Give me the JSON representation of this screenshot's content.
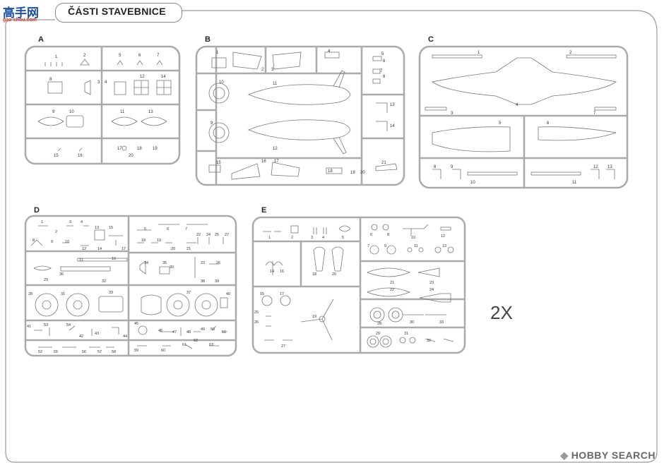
{
  "header": {
    "title": "ČÁSTI STAVEBNICE",
    "logo_text": "高手网",
    "logo_sub": "gao-shou.com"
  },
  "watermark": {
    "text": "HOBBY SEARCH",
    "mark": "◆"
  },
  "multiplier": "2X",
  "sprues": [
    {
      "letter": "A",
      "parts": [
        "1",
        "2",
        "3",
        "4",
        "5",
        "6",
        "7",
        "8",
        "9",
        "10",
        "11",
        "12",
        "13",
        "14",
        "15",
        "16",
        "17",
        "18",
        "19",
        "20"
      ]
    },
    {
      "letter": "B",
      "parts": [
        "1",
        "2",
        "3",
        "4",
        "5",
        "6",
        "7",
        "8",
        "9",
        "10",
        "11",
        "12",
        "13",
        "14",
        "15",
        "16",
        "17",
        "18",
        "19",
        "20",
        "21"
      ]
    },
    {
      "letter": "C",
      "parts": [
        "1",
        "2",
        "3",
        "4",
        "5",
        "6",
        "7",
        "8",
        "9",
        "10",
        "11",
        "12",
        "13"
      ]
    },
    {
      "letter": "D",
      "parts": [
        "1",
        "2",
        "3",
        "4",
        "5",
        "6",
        "7",
        "8",
        "9",
        "10",
        "11",
        "12",
        "13",
        "14",
        "15",
        "16",
        "17",
        "18",
        "19",
        "20",
        "21",
        "22",
        "23",
        "24",
        "25",
        "26",
        "27",
        "28",
        "29",
        "30",
        "31",
        "32",
        "33",
        "34",
        "35",
        "36",
        "37",
        "38",
        "39",
        "40",
        "41",
        "42",
        "43",
        "44",
        "45",
        "46",
        "47",
        "48",
        "49",
        "50",
        "51",
        "52",
        "53",
        "54",
        "55",
        "56",
        "57",
        "58",
        "59",
        "60",
        "61",
        "62",
        "63"
      ]
    },
    {
      "letter": "E",
      "parts": [
        "1",
        "2",
        "3",
        "4",
        "5",
        "6",
        "7",
        "8",
        "9",
        "10",
        "11",
        "12",
        "13",
        "14",
        "15",
        "16",
        "17",
        "18",
        "19",
        "20",
        "21",
        "22",
        "23",
        "24",
        "25",
        "26",
        "27",
        "28",
        "29",
        "30",
        "31",
        "32",
        "33"
      ]
    }
  ]
}
